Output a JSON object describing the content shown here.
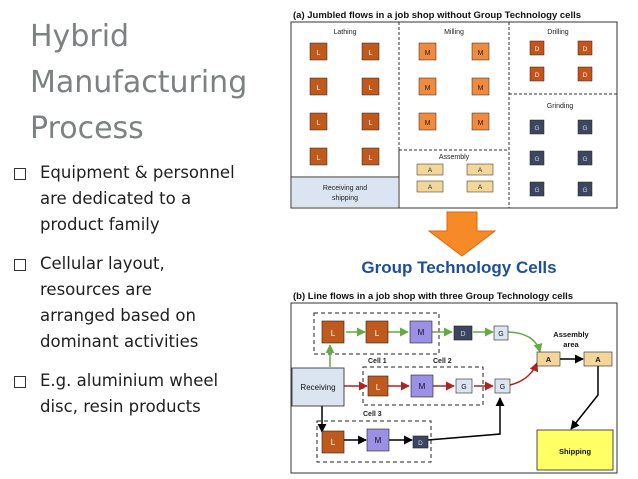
{
  "slide": {
    "title_lines": [
      "Hybrid",
      "Manufacturing",
      "Process"
    ],
    "bullets": [
      [
        "Equipment & personnel",
        "are dedicated to a",
        "product family"
      ],
      [
        "Cellular layout,",
        "resources are",
        "arranged based on",
        "dominant activities"
      ],
      [
        "E.g. aluminium wheel",
        "disc, resin products"
      ]
    ]
  },
  "diagram_top": {
    "caption": "(a) Jumbled flows in a job shop without Group Technology cells",
    "regions": {
      "lathing": "Lathing",
      "milling": "Milling",
      "drilling": "Drilling",
      "grinding": "Grinding",
      "assembly": "Assembly",
      "receiving_line1": "Receiving and",
      "receiving_line2": "shipping"
    },
    "machine_letters": {
      "lathe": "L",
      "mill": "M",
      "drill": "D",
      "grinder": "G",
      "assembly": "A"
    }
  },
  "heading": "Group Technology Cells",
  "diagram_bottom": {
    "caption": "(b) Line flows in a job shop with three Group Technology cells",
    "cells": {
      "cell1": "Cell 1",
      "cell2": "Cell 2",
      "cell3": "Cell 3"
    },
    "receiving": "Receiving",
    "assembly_line1": "Assembly",
    "assembly_line2": "area",
    "shipping": "Shipping",
    "machine_letters": {
      "lathe": "L",
      "mill": "M",
      "drill": "D",
      "grinder": "G",
      "assembly": "A"
    }
  },
  "colors": {
    "lathe_fill": "#c05a1c",
    "mill_fill_top": "#f08a3c",
    "mill_fill_bottom": "#9b8fe6",
    "drill_fill": "#c5541a",
    "grinder_fill": "#3d4560",
    "assembly_fill": "#f3d79a",
    "receiving_fill": "#dbe5f1",
    "shipping_fill": "#ffff66",
    "arrow_orange": "#f58a26",
    "heading_blue": "#1f4e9a",
    "flow_green": "#66aa44",
    "flow_red": "#b22222",
    "title_gray": "#7d8182"
  }
}
